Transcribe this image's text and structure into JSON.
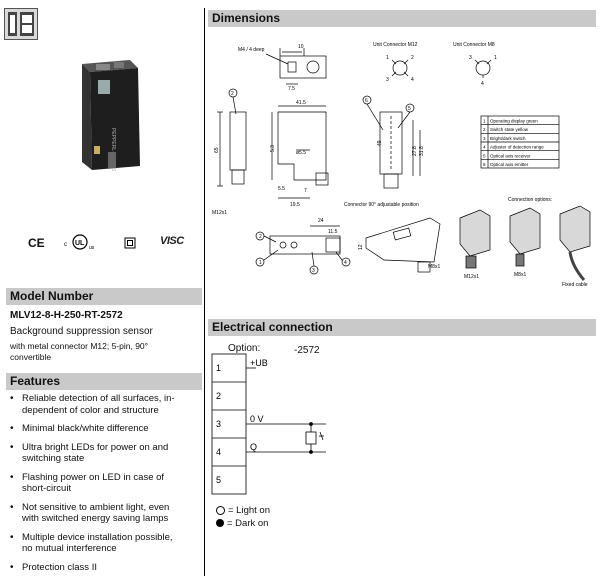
{
  "logo": {
    "icon": "sensor-category-icon"
  },
  "certifications": {
    "ce": "CE",
    "cul": "c UL us",
    "class2_icon": "protection-class-ii-icon",
    "visc": "VISC"
  },
  "model": {
    "heading": "Model Number",
    "number": "MLV12-8-H-250-RT-2572",
    "desc_line1": "Background suppression sensor",
    "desc_line2": "with metal connector M12; 5-pin, 90°",
    "desc_line3": "convertible"
  },
  "features": {
    "heading": "Features",
    "items": [
      {
        "line1": "Reliable detection of all surfaces, in-",
        "line2": "dependent of color and structure"
      },
      {
        "line1": "Minimal black/white difference",
        "line2": ""
      },
      {
        "line1": "Ultra bright LEDs for power on and",
        "line2": "switching state"
      },
      {
        "line1": "Flashing power on LED in case of",
        "line2": "short-circuit"
      },
      {
        "line1": "Not sensitive to ambient light, even",
        "line2": "with switched energy saving lamps"
      },
      {
        "line1": "Multiple device installation possible,",
        "line2": "no mutual interference"
      },
      {
        "line1": "Protection class II",
        "line2": ""
      }
    ]
  },
  "dimensions": {
    "heading": "Dimensions",
    "unit_connector_m12": "Unit Connector M12",
    "unit_connector_m8": "Unit Connector M8",
    "m4_label": "M4 / 4 deep",
    "dims": {
      "d10": "10",
      "d7_5": "7.5",
      "d41_5": "41.5",
      "d65": "65",
      "d5_3": "5.3",
      "d5_5": "5.5",
      "d2_5": "ø5.5",
      "d7": "7",
      "d19_5": "19.5",
      "d49": "49",
      "d31_8": "31.8",
      "d27_8": "27.8",
      "d24": "24",
      "d11_5": "11.5",
      "d12": "12",
      "m12x1": "M12x1",
      "m8x1": "M8x1"
    },
    "legend": [
      {
        "num": "1",
        "text": "Operating display green"
      },
      {
        "num": "2",
        "text": "Switch state yellow"
      },
      {
        "num": "3",
        "text": "Bright/dark switch"
      },
      {
        "num": "4",
        "text": "Adjuster of detection range"
      },
      {
        "num": "5",
        "text": "Optical axis receiver"
      },
      {
        "num": "6",
        "text": "Optical axis emitter"
      }
    ],
    "connector_90": "Connector 90° adjustable position",
    "connection_options": "Connection options:",
    "opt_m12": "M12x1",
    "opt_m8": "M8x1",
    "opt_cable": "Fixed cable"
  },
  "electrical": {
    "heading": "Electrical connection",
    "option_label": "Option:",
    "option_value": "-2572",
    "pins": [
      "1",
      "2",
      "3",
      "4",
      "5"
    ],
    "signal_ub": "+UB",
    "signal_0v": "0 V",
    "signal_q": "Q",
    "legend_light": "= Light on",
    "legend_dark": "= Dark on"
  }
}
